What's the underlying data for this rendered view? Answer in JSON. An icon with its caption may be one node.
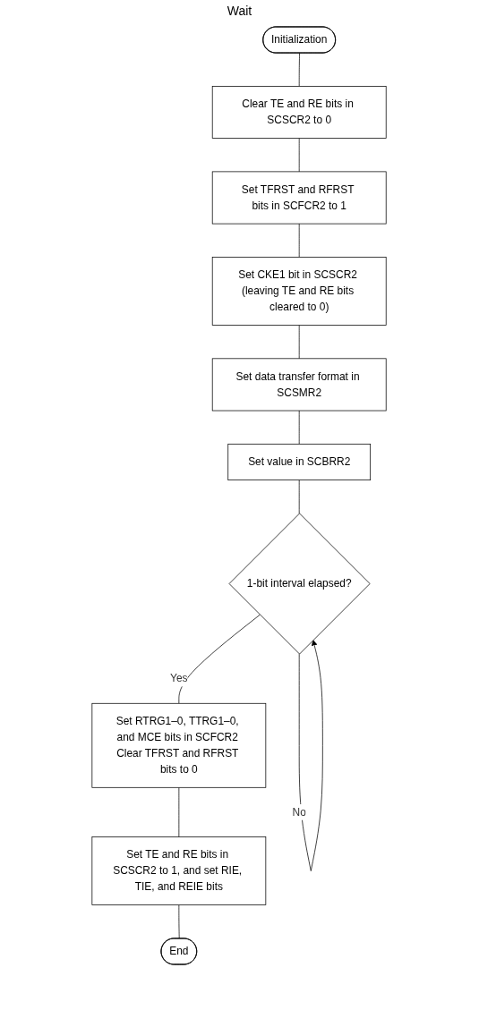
{
  "diagram": {
    "nodes": [
      {
        "text": [
          "Initialization"
        ]
      },
      {
        "text": [
          "Clear TE and RE bits in SCSCR2 to 0"
        ]
      },
      {
        "text": [
          "Set TFRST and RFRST bits in SCFCR2 to 1"
        ]
      },
      {
        "text": [
          "Set CKE1 bit in SCSCR2 (leaving TE and RE bits cleared to 0)"
        ]
      },
      {
        "text": [
          "Set data transfer format in SCSMR2"
        ]
      },
      {
        "text": [
          "Set value in SCBRR2"
        ]
      },
      {
        "text": [
          "1-bit interval elapsed?"
        ]
      },
      {
        "text": [
          "Set RTRG1–0, TTRG1–0, and MCE bits in SCFCR2 Clear TFRST and RFRST bits to 0"
        ]
      },
      {
        "text": [
          "Set TE and RE bits in SCSCR2 to 1, and set RIE, TIE, and REIE bits"
        ]
      },
      {
        "text": [
          "End"
        ]
      }
    ],
    "edges": [
      {
        "from": 0,
        "to": 1,
        "arrow": "none"
      },
      {
        "from": 1,
        "to": 2,
        "arrow": "none"
      },
      {
        "from": 2,
        "to": 3,
        "arrow": "none"
      },
      {
        "from": 3,
        "to": 4,
        "arrow": "none"
      },
      {
        "from": 4,
        "to": 5,
        "arrow": "none"
      },
      {
        "from": 5,
        "to": 6,
        "arrow": "none"
      },
      {
        "from": 6,
        "to": 6,
        "arrow": "to",
        "label": "No"
      },
      {
        "from": 6,
        "to": 7,
        "arrow": "none",
        "label": "Yes"
      },
      {
        "from": 7,
        "to": 8,
        "arrow": "none"
      },
      {
        "from": 8,
        "to": 9,
        "arrow": "none"
      }
    ],
    "labels": [
      "Wait"
    ]
  }
}
